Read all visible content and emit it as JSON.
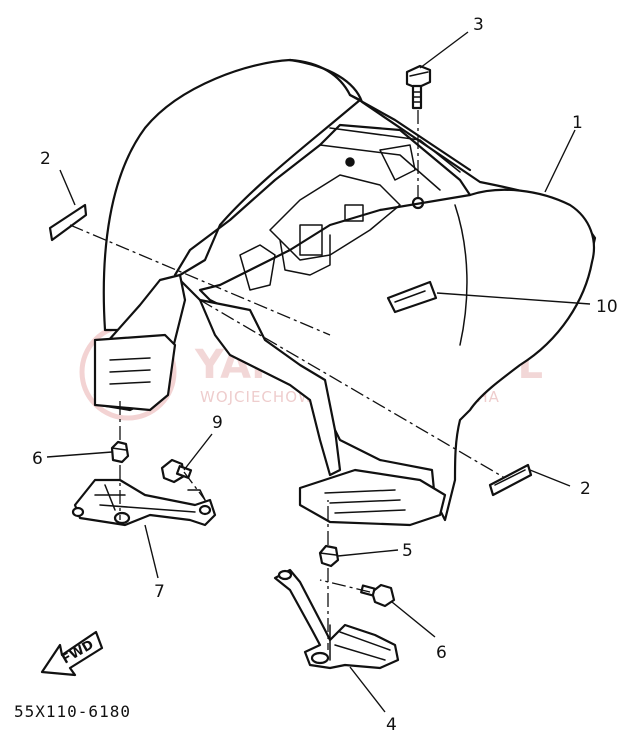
{
  "diagram": {
    "callouts": {
      "c1": "1",
      "c2a": "2",
      "c2b": "2",
      "c3": "3",
      "c4": "4",
      "c5": "5",
      "c6a": "6",
      "c6b": "6",
      "c7": "7",
      "c9": "9",
      "c10": "10"
    },
    "fwd_label": "FWD",
    "part_code": "55X110-6180",
    "watermark": {
      "title": "YAMA-SKLEP.PL",
      "subtitle": "WOJCIECHOWICZ | DEALER YAMAHA",
      "color": "#e8b8b8"
    },
    "colors": {
      "line": "#111111",
      "background": "#ffffff"
    }
  }
}
